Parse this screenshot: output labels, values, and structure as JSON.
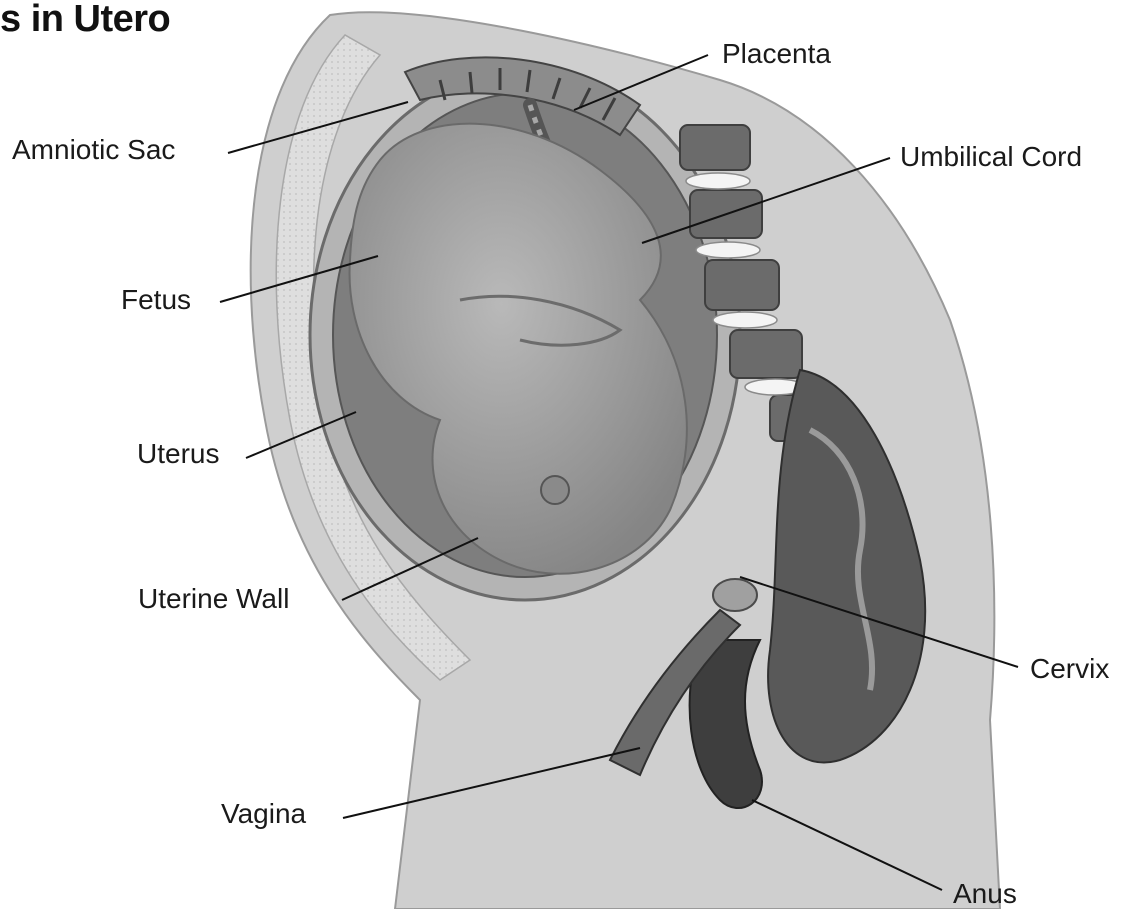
{
  "diagram": {
    "title": "s in Utero",
    "labels": {
      "amniotic_sac": "Amniotic Sac",
      "fetus": "Fetus",
      "uterus": "Uterus",
      "uterine_wall": "Uterine Wall",
      "vagina": "Vagina",
      "placenta": "Placenta",
      "umbilical_cord": "Umbilical Cord",
      "cervix": "Cervix",
      "anus": "Anus"
    }
  },
  "colors": {
    "line": "#111111",
    "skin": "#d2d2d2",
    "fetus": "#9a9a9a",
    "fluid": "#7d7d7d",
    "dark_tissue": "#4a4a4a",
    "spine": "#5e5e5e"
  }
}
